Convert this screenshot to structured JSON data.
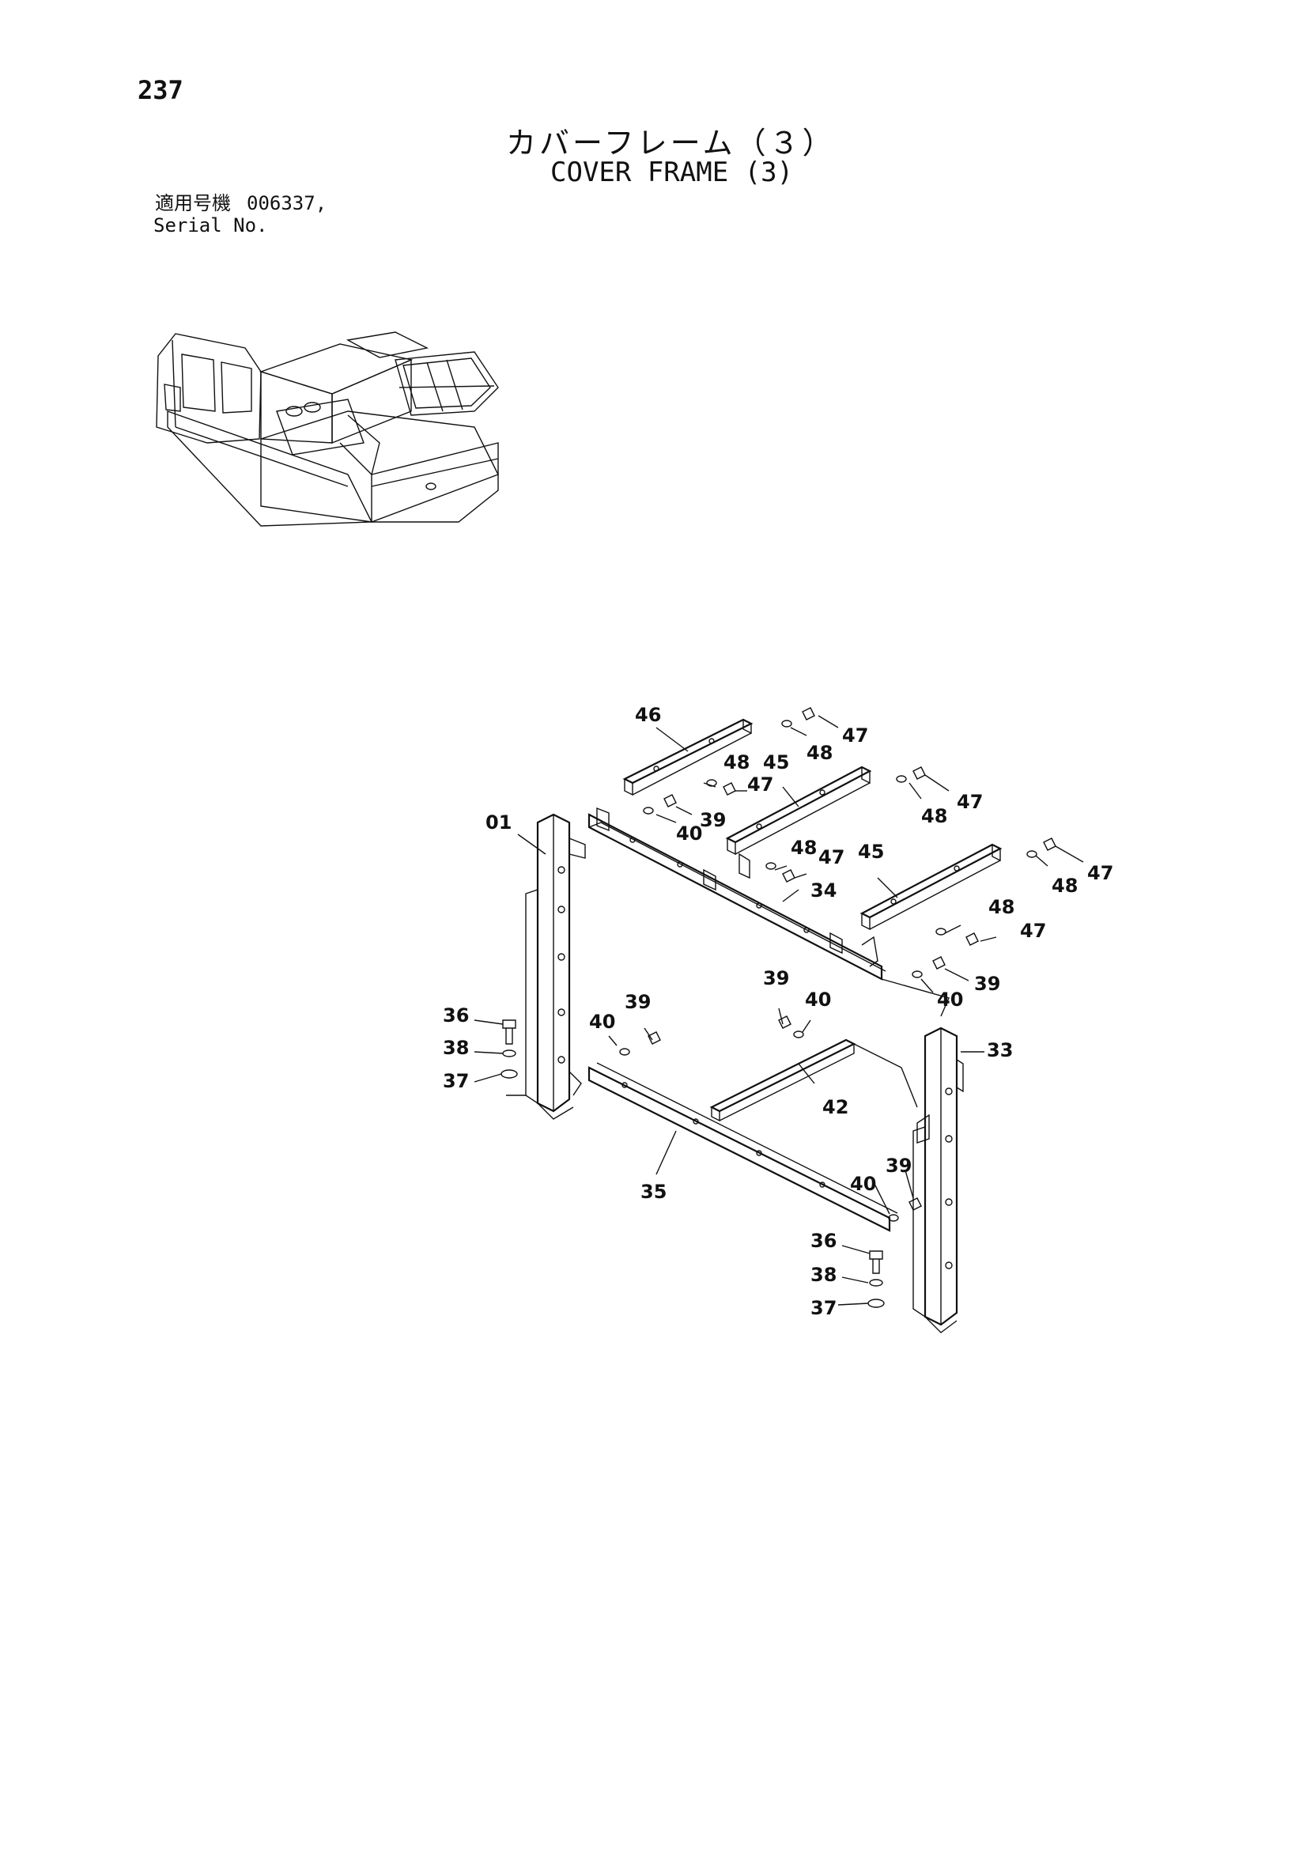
{
  "page_number": "237",
  "title_jp": "カバーフレーム（３）",
  "title_en": "COVER FRAME (3)",
  "serial_label_jp": "適用号機",
  "serial_label_en": "Serial No.",
  "serial_value": "006337,",
  "callouts": {
    "c46": "46",
    "c47a": "47",
    "c48a": "48",
    "c48b": "48",
    "c47b": "47",
    "c45a": "45",
    "c47c": "47",
    "c48c": "48",
    "c01": "01",
    "c39a": "39",
    "c40a": "40",
    "c48d": "48",
    "c47d": "47",
    "c45b": "45",
    "c47e": "47",
    "c48e": "48",
    "c34": "34",
    "c48f": "48",
    "c47f": "47",
    "c40b": "40",
    "c39b": "39",
    "c39c": "39",
    "c40c": "40",
    "c39d": "39",
    "c40d": "40",
    "c36a": "36",
    "c38a": "38",
    "c37a": "37",
    "c33": "33",
    "c42": "42",
    "c35": "35",
    "c40e": "40",
    "c39e": "39",
    "c36b": "36",
    "c38b": "38",
    "c37b": "37"
  }
}
